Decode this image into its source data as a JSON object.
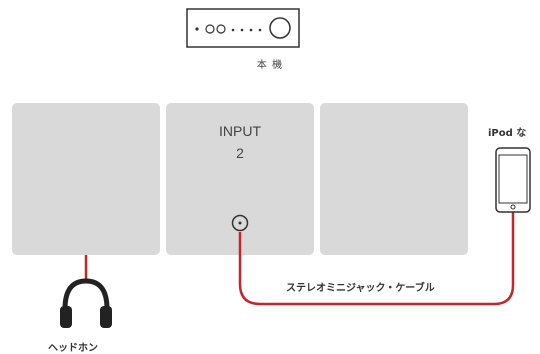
{
  "device": {
    "caption": "本 機",
    "icon": "amplifier-icon"
  },
  "input": {
    "label": "INPUT",
    "number": "2",
    "icon": "jack-socket-icon"
  },
  "source": {
    "label": "iPod な",
    "icon": "ipod-icon"
  },
  "cable": {
    "label": "ステレオミニジャック・ケーブル",
    "color": "#c1272d"
  },
  "headphones": {
    "label": "ヘッドホン",
    "icon": "headphone-icon"
  },
  "colors": {
    "panel": "#d9d9d9",
    "wire": "#c1272d"
  }
}
